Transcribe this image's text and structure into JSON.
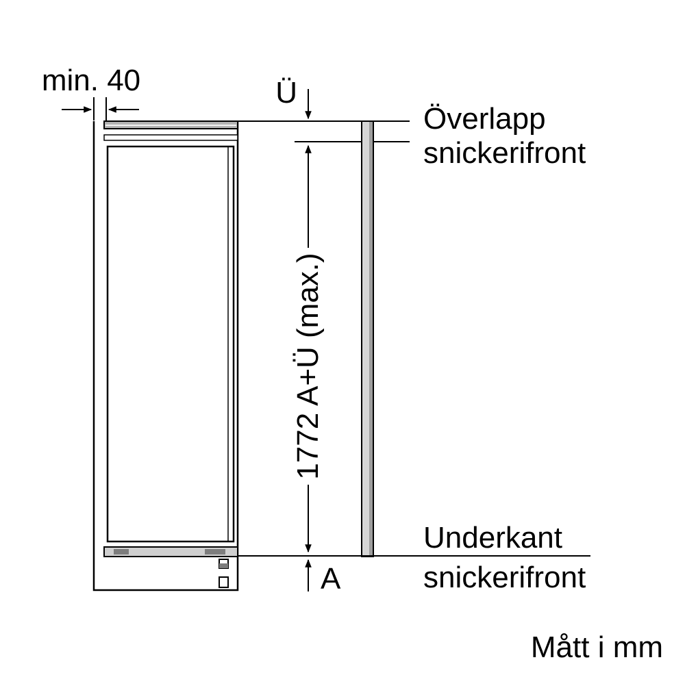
{
  "diagram": {
    "dim_min40": "min. 40",
    "dim_u": "Ü",
    "overlap_label_line1": "Överlapp",
    "overlap_label_line2": "snickerifront",
    "dim_height": "1772 A+Ü (max.)",
    "underkant_label_line1": "Underkant",
    "underkant_label_line2": "snickerifront",
    "dim_a": "A",
    "units_note": "Mått i mm"
  },
  "colors": {
    "line": "#000000",
    "background": "#ffffff",
    "panel_fill": "#d6d6d6",
    "panel_edge": "#9e9e9e",
    "strip_fill": "#b3b3b3",
    "hardware_dark": "#7d7d7d"
  }
}
